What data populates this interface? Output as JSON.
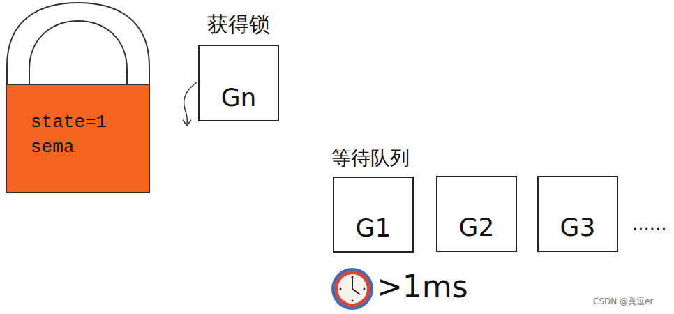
{
  "diagram": {
    "nodes": [
      {
        "text": [
          "state=1",
          "sema"
        ]
      },
      {
        "text": [
          "获得锁",
          "Gn"
        ]
      },
      {
        "text": [
          "G1"
        ]
      },
      {
        "text": [
          "G2"
        ]
      },
      {
        "text": [
          "G3"
        ]
      }
    ],
    "labels": [
      "等待队列",
      "......",
      ">1ms",
      "CSDN @粪逗er"
    ]
  }
}
